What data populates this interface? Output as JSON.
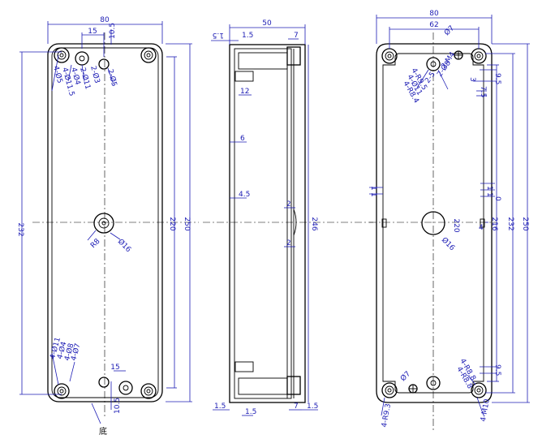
{
  "colors": {
    "outline": "#000000",
    "dimension": "#1c1cb4",
    "background": "#ffffff"
  },
  "bottom_view": {
    "width": "80",
    "height_outer": "232",
    "height_mid": "220",
    "height_total": "250",
    "top_spacing": "15",
    "top_offset": "10.5",
    "bottom_spacing": "15",
    "bottom_offset": "10.5",
    "center_hole": "Ø16",
    "center_r": "R8",
    "callouts_top": [
      "4-Ø5",
      "4-Ø11.5",
      "4-Ø4",
      "2-Ø11",
      "2-Ø3",
      "2-Ø5"
    ],
    "callouts_bottom": [
      "4-Ø11",
      "4-Ø4",
      "4-Ø8",
      "4-Ø7"
    ],
    "bottom_label": "底"
  },
  "side_view": {
    "width": "50",
    "dims": [
      "1.5",
      "7",
      "12",
      "6",
      "4.5",
      "2",
      "2",
      "1.5",
      "1.5",
      "7",
      "1.5",
      "1.5"
    ],
    "height": "246"
  },
  "top_view": {
    "width_outer": "80",
    "width_inner": "62",
    "heights": [
      "220",
      "216",
      "232",
      "250"
    ],
    "right_dims": [
      "9.5",
      "7.5",
      "3",
      "1",
      "1",
      "0",
      "9.5",
      "4"
    ],
    "left_dims": [
      "1",
      "1"
    ],
    "center_hole": "Ø16",
    "callouts_top": [
      "Ø7",
      "4-R9.5",
      "4-Ø11",
      "4-R8.4",
      "2-M4",
      "2-Ø8",
      "2-5"
    ],
    "callouts_bottom": [
      "Ø7",
      "4-R8.8",
      "4-R8.8",
      "4-M10",
      "4-R9.3"
    ]
  }
}
